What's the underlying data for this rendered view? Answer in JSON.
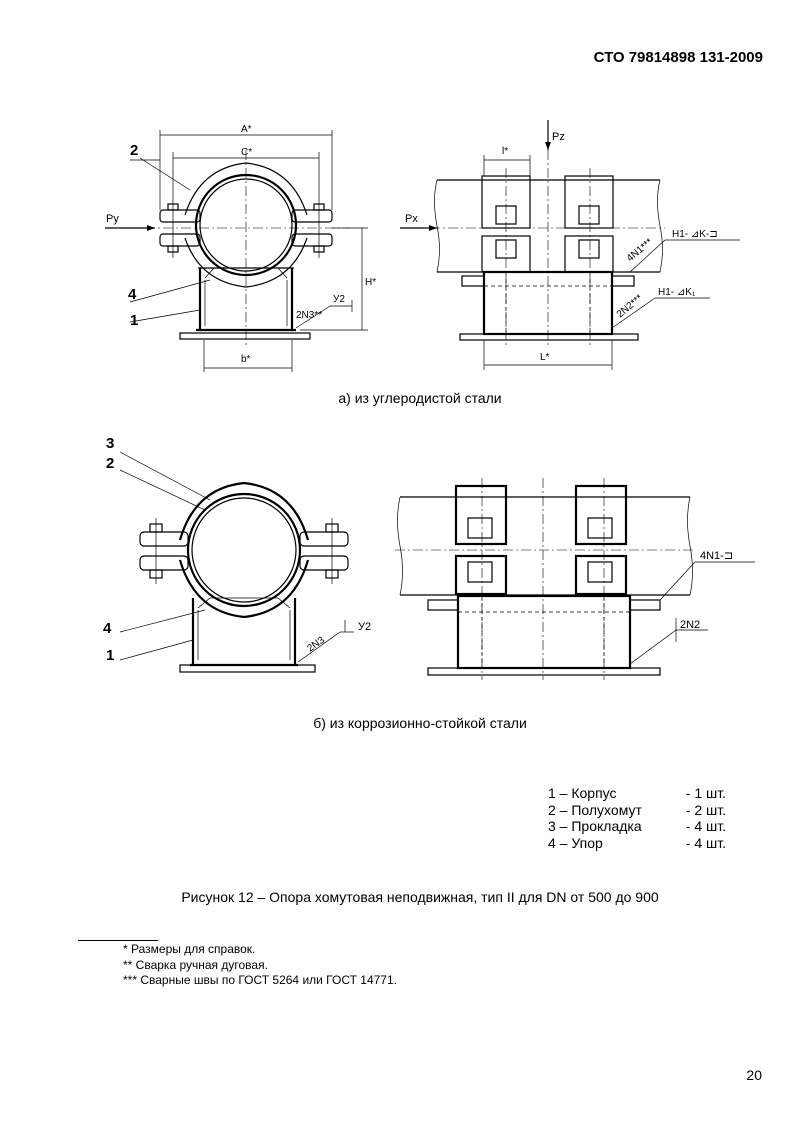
{
  "header": {
    "doc_code": "СТО 79814898 131-2009"
  },
  "figure_a": {
    "caption": "а) из углеродистой стали",
    "labels": {
      "n2": "2",
      "n4": "4",
      "n1": "1",
      "py": "Py",
      "pz": "Pz",
      "px": "Px",
      "A": "A*",
      "C": "C*",
      "H": "H*",
      "b": "b*",
      "l": "l*",
      "L": "L*",
      "weld1": "2N3**",
      "y2": "У2",
      "weld2": "4N1***",
      "weld2_sym": "Н1- ⊿K-⊐",
      "weld3": "2N2***",
      "weld3_sym": "Н1- ⊿K₁"
    }
  },
  "figure_b": {
    "caption": "б) из коррозионно-стойкой стали",
    "labels": {
      "n3": "3",
      "n2": "2",
      "n4": "4",
      "n1": "1",
      "weld1": "2N3",
      "y2": "У2",
      "weld2": "4N1-⊐",
      "weld3": "2N2"
    }
  },
  "parts": [
    {
      "name": "1 – Корпус",
      "qty": "- 1 шт."
    },
    {
      "name": "2 – Полухомут",
      "qty": "- 2 шт."
    },
    {
      "name": "3 – Прокладка",
      "qty": "- 4 шт."
    },
    {
      "name": "4 – Упор",
      "qty": "- 4 шт."
    }
  ],
  "figure_caption": "Рисунок 12 – Опора хомутовая неподвижная, тип II  для DN от 500 до 900",
  "footnotes": [
    "* Размеры для справок.",
    "** Сварка ручная дуговая.",
    "*** Сварные швы по ГОСТ 5264 или ГОСТ 14771."
  ],
  "page_number": "20"
}
